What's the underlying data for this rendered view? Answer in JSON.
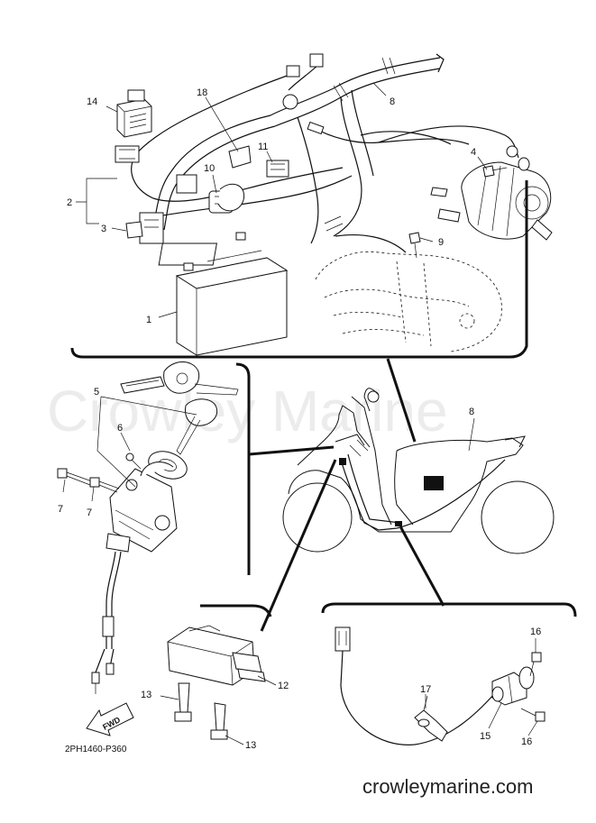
{
  "watermark": "Crowley Marine",
  "diagram_code": "2PH1460-P360",
  "website": "crowleymarine.com",
  "fwd_arrow_text": "FWD",
  "callouts": {
    "c1": "1",
    "c2": "2",
    "c3": "3",
    "c4": "4",
    "c5": "5",
    "c6": "6",
    "c7a": "7",
    "c7b": "7",
    "c8a": "8",
    "c8b": "8",
    "c9": "9",
    "c10": "10",
    "c11": "11",
    "c12": "12",
    "c13a": "13",
    "c13b": "13",
    "c14": "14",
    "c15": "15",
    "c16a": "16",
    "c16b": "16",
    "c17": "17",
    "c18": "18"
  }
}
